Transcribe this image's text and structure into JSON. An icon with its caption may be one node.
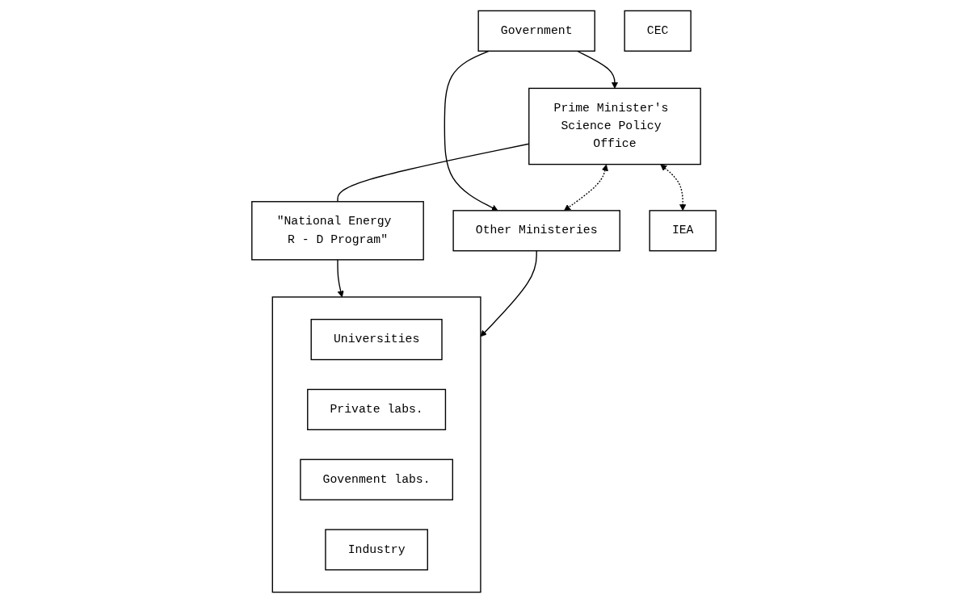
{
  "diagram": {
    "nodes": [
      {
        "text": [
          "Government"
        ]
      },
      {
        "text": [
          "Prime Minister's Science Policy Office"
        ]
      },
      {
        "text": [
          "Other Ministeries"
        ]
      },
      {
        "text": [
          "\"National Energy R - D Program\""
        ]
      },
      {
        "text": [
          "IEA"
        ]
      },
      {
        "text": [
          "CEC"
        ]
      },
      {
        "text": [],
        "shape": "box"
      },
      {
        "text": [
          "Universities"
        ],
        "in": 6
      },
      {
        "text": [
          "Private labs."
        ],
        "in": 6
      },
      {
        "text": [
          "Govenment labs."
        ],
        "in": 6
      },
      {
        "text": [
          "Industry"
        ],
        "in": 6
      }
    ],
    "edges": [
      {
        "from": 0,
        "to": 1,
        "arrow": "to"
      },
      {
        "from": 0,
        "to": 2,
        "arrow": "to"
      },
      {
        "from": 1,
        "to": 2,
        "arrow": "both",
        "style": "dashed"
      },
      {
        "from": 1,
        "to": 4,
        "arrow": "both",
        "style": "dashed"
      },
      {
        "from": 1,
        "to": 3,
        "arrow": "none"
      },
      {
        "from": 3,
        "to": 6,
        "arrow": "to"
      },
      {
        "from": 2,
        "to": 6,
        "arrow": "to"
      }
    ]
  }
}
